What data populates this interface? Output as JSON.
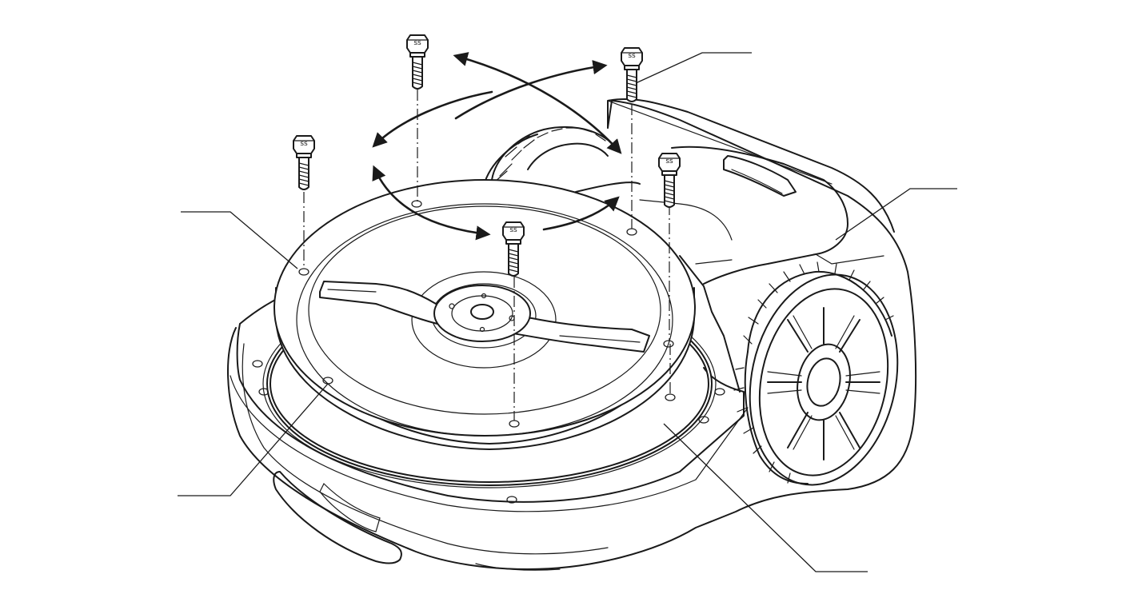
{
  "diagram": {
    "subject": "robotic-mower-blade-disc-assembly",
    "style": "black line art on white",
    "colors": {
      "line": "#1a1a1a",
      "background": "#ffffff"
    },
    "screws": [
      {
        "id": "screw-top-left",
        "icon": "screw-icon"
      },
      {
        "id": "screw-top-right",
        "icon": "screw-icon"
      },
      {
        "id": "screw-left",
        "icon": "screw-icon"
      },
      {
        "id": "screw-right",
        "icon": "screw-icon"
      },
      {
        "id": "screw-center",
        "icon": "screw-icon"
      }
    ],
    "callouts": [
      {
        "id": "callout-top-right",
        "label": ""
      },
      {
        "id": "callout-right",
        "label": ""
      },
      {
        "id": "callout-left",
        "label": ""
      },
      {
        "id": "callout-bottom-left",
        "label": ""
      },
      {
        "id": "callout-bottom-right",
        "label": ""
      }
    ],
    "arrows": {
      "count": 4,
      "meaning": "rotate disc"
    }
  }
}
